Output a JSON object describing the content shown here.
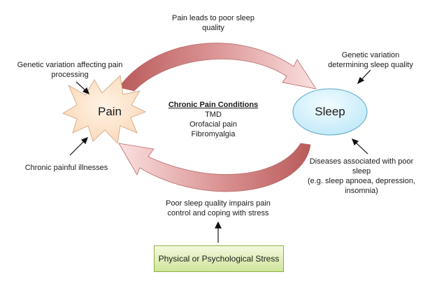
{
  "nodes": {
    "pain": "Pain",
    "sleep": "Sleep"
  },
  "center": {
    "title": "Chronic Pain Conditions",
    "items": [
      "TMD",
      "Orofacial pain",
      "Fibromyalgia"
    ]
  },
  "labels": {
    "top_arrow": [
      "Pain leads to poor sleep",
      "quality"
    ],
    "bottom_arrow": [
      "Poor sleep quality impairs pain",
      "control and coping with stress"
    ],
    "genetic_pain": [
      "Genetic variation affecting pain",
      "processing"
    ],
    "chronic_illness": "Chronic painful illnesses",
    "genetic_sleep": [
      "Genetic variation",
      "determining sleep quality"
    ],
    "diseases_sleep": [
      "Diseases associated with poor",
      "sleep",
      "(e.g. sleep apnoea, depression,",
      "insomnia)"
    ]
  },
  "stress_box": "Physical or Psychological Stress",
  "colors": {
    "pain_fill": "#fde2c8",
    "sleep_fill": "#cdeefb",
    "arrow_dark": "#b85c5c",
    "arrow_light": "#f8d2d2",
    "stress_fill": "#d9eaa8"
  }
}
